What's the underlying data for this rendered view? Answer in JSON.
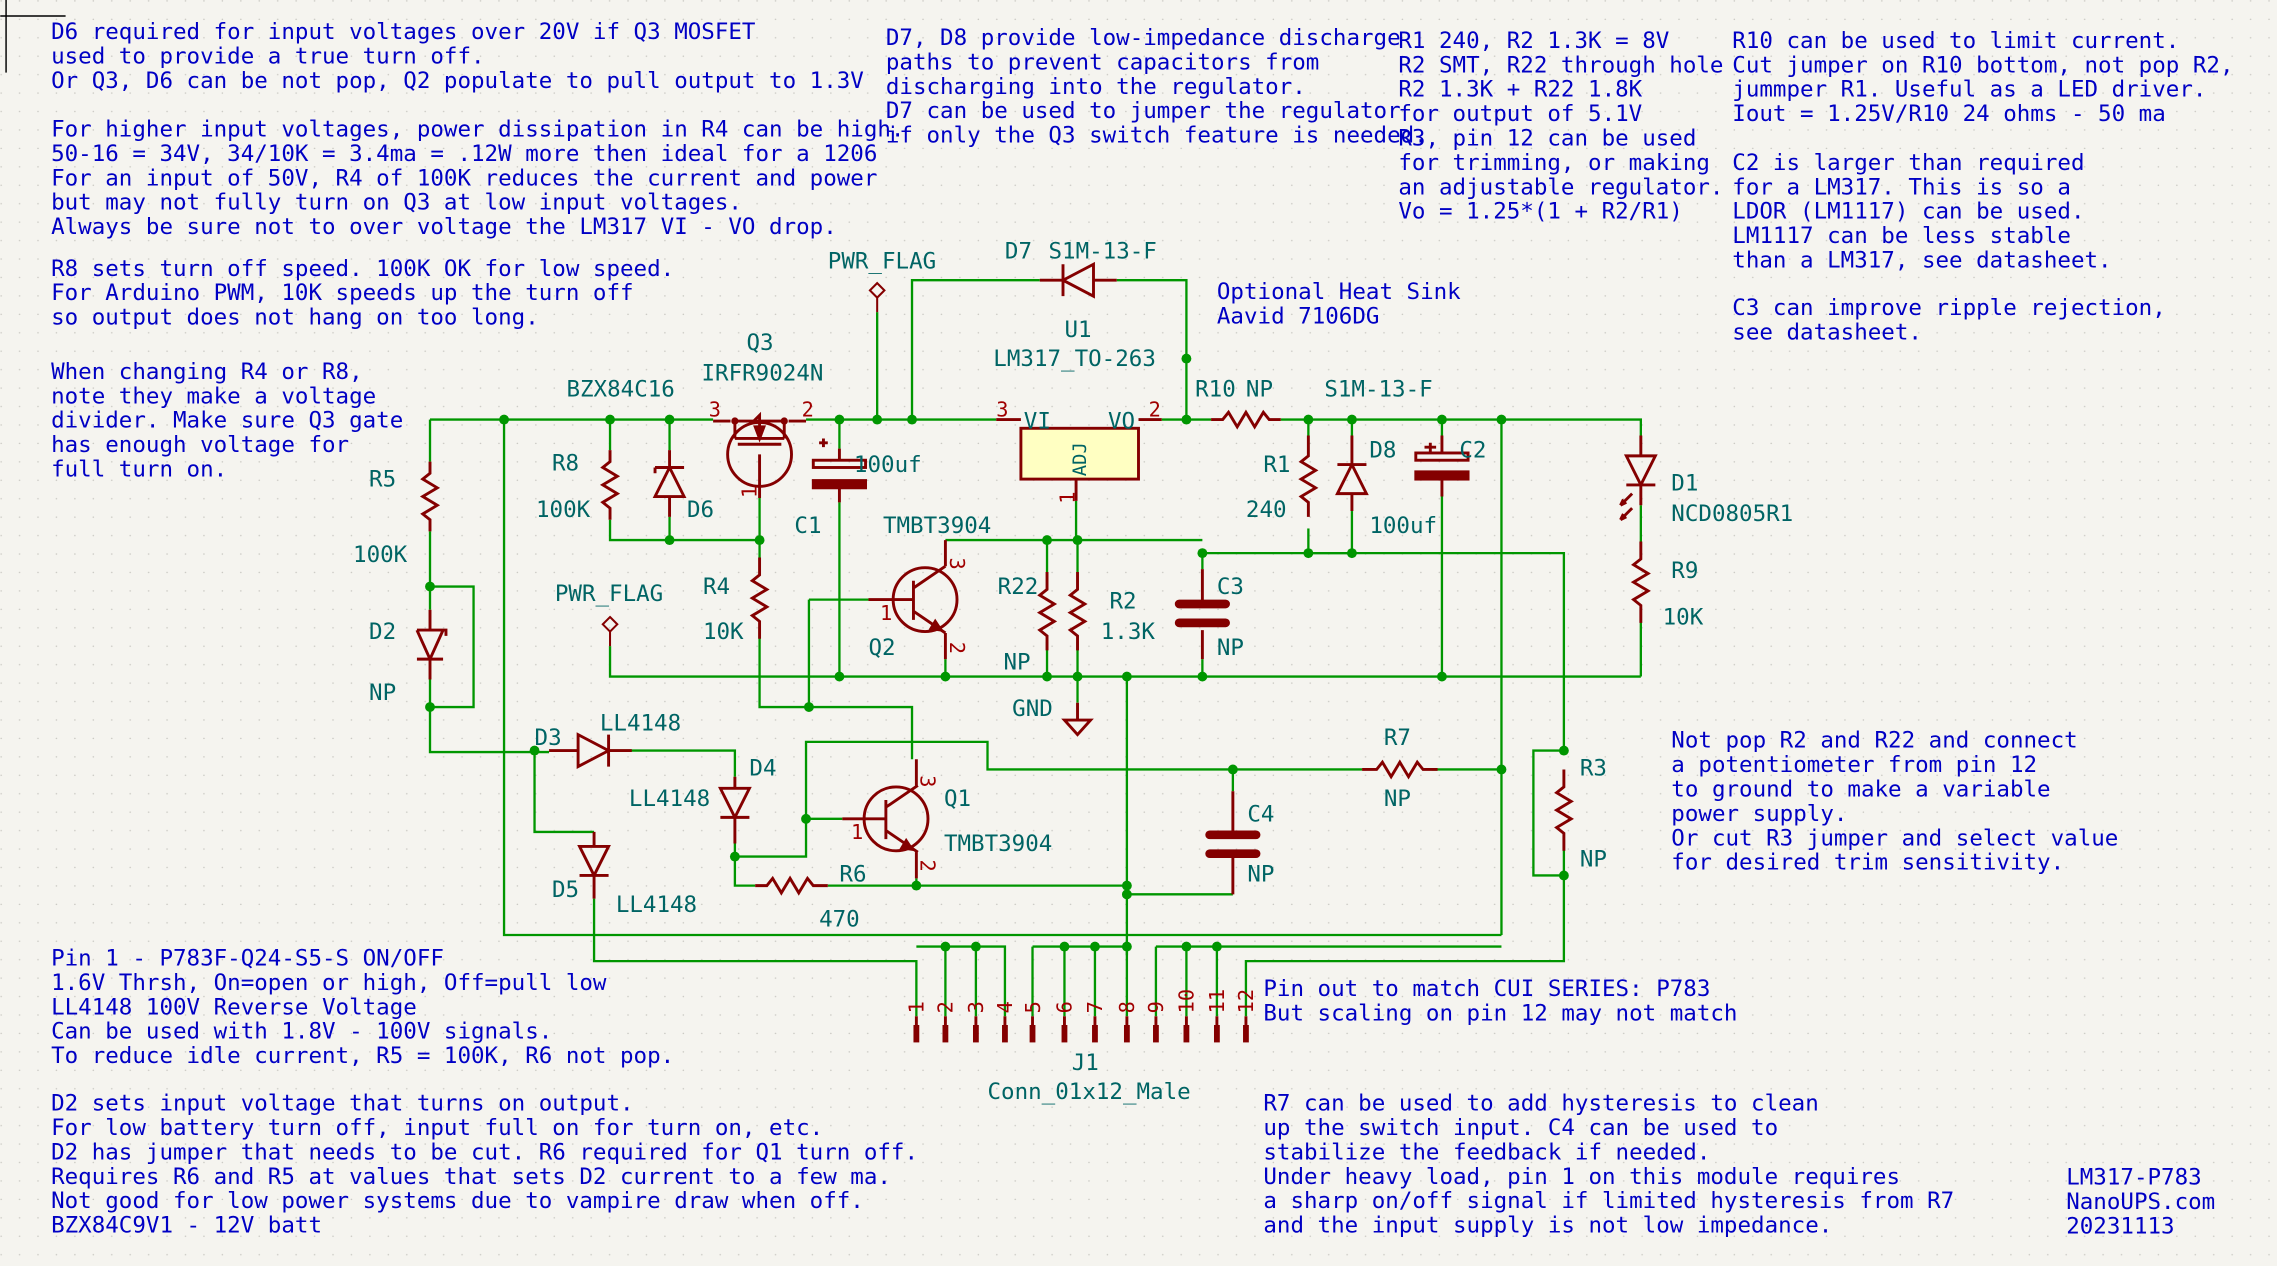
{
  "notes": {
    "top_left_1": [
      "D6 required for input voltages over 20V if Q3 MOSFET",
      "used to provide a true turn off.",
      "Or Q3, D6 can be not pop, Q2 populate to pull output to 1.3V"
    ],
    "top_left_2": [
      "For higher input voltages, power dissipation in R4 can be high.",
      "50-16 = 34V, 34/10K = 3.4ma = .12W more then ideal for a 1206",
      "For an input of 50V, R4 of 100K reduces the current and power",
      "but may not fully turn on Q3 at low input voltages.",
      "Always be sure not to over voltage the LM317 VI - VO drop."
    ],
    "r8_note": [
      "R8 sets turn off speed. 100K OK for low speed.",
      "For Arduino PWM, 10K speeds up the turn off",
      "so output does not hang on too long."
    ],
    "divider_note": [
      "When changing R4 or R8,",
      "note they make a voltage",
      "divider. Make sure Q3 gate",
      "has enough voltage for",
      "full turn on."
    ],
    "d7d8_note": [
      "D7, D8 provide low-impedance discharge",
      "paths to prevent capacitors from",
      "discharging into the regulator.",
      "D7 can be used to jumper the regulator",
      "if only the Q3 switch feature is needed."
    ],
    "r1r2_note": [
      "R1 240, R2 1.3K = 8V",
      "R2 SMT, R22 through hole",
      "R2 1.3K + R22 1.8K",
      "for output of 5.1V",
      "R3, pin 12 can be used",
      "for trimming, or making",
      "an adjustable regulator.",
      "Vo = 1.25*(1 + R2/R1)"
    ],
    "r10_note": [
      "R10 can be used to limit current.",
      "Cut jumper on R10 bottom, not pop R2,",
      "jummper R1. Useful as a LED driver.",
      "Iout = 1.25V/R10  24 ohms - 50 ma"
    ],
    "c2_note": [
      "C2 is larger than required",
      "for a LM317. This is so a",
      "LDOR (LM1117) can be used.",
      "LM1117 can be less stable",
      "than a LM317, see datasheet."
    ],
    "c3_note": [
      "C3 can improve ripple rejection,",
      "see datasheet."
    ],
    "heatsink_note": [
      "Optional Heat Sink",
      "Aavid 7106DG"
    ],
    "pot_note": [
      "Not pop R2 and R22 and connect",
      "a potentiometer from pin 12",
      "to ground to make a variable",
      "power supply.",
      "Or cut R3 jumper and select value",
      "for desired trim sensitivity."
    ],
    "pinout_note": [
      "Pin out to match CUI SERIES: P783",
      "But scaling on pin 12 may not match"
    ],
    "pin1_note": [
      "Pin 1 - P783F-Q24-S5-S ON/OFF",
      "1.6V Thrsh, On=open or high, Off=pull low",
      "LL4148 100V Reverse Voltage",
      "Can be used with 1.8V - 100V signals.",
      "To reduce idle current, R5 = 100K, R6 not pop."
    ],
    "d2_note": [
      "D2 sets input voltage that turns on output.",
      "For low battery turn off, input full on for turn on, etc.",
      "D2 has jumper that needs to be cut. R6 required for Q1 turn off.",
      "Requires R6 and R5 at values that sets D2 current to a few ma.",
      "Not good for low power systems due to vampire draw when off.",
      "BZX84C9V1 - 12V batt"
    ],
    "r7_note": [
      "R7 can be used to add hysteresis to clean",
      "up the switch input. C4 can be used to",
      "stabilize the feedback if needed.",
      "Under heavy load, pin 1 on this module requires",
      "a sharp on/off signal if limited hysteresis from R7",
      "and the input supply is not low impedance."
    ],
    "title_block": [
      "LM317-P783",
      "NanoUPS.com",
      "20231113"
    ]
  },
  "components": {
    "Q3": {
      "ref": "Q3",
      "value": "IRFR9024N",
      "pins": [
        "3",
        "2",
        "1"
      ]
    },
    "D6": {
      "ref": "D6",
      "value": "BZX84C16"
    },
    "R8": {
      "ref": "R8",
      "value": "100K"
    },
    "R5": {
      "ref": "R5",
      "value": "100K"
    },
    "D2": {
      "ref": "D2",
      "value": "NP"
    },
    "C1": {
      "ref": "C1",
      "value": "100uf"
    },
    "R4": {
      "ref": "R4",
      "value": "10K"
    },
    "Q2": {
      "ref": "Q2",
      "value": "TMBT3904",
      "pins": [
        "1",
        "3",
        "2"
      ]
    },
    "U1": {
      "ref": "U1",
      "value": "LM317_TO-263",
      "pin_vi": "VI",
      "pin_vo": "VO",
      "pin_adj": "ADJ",
      "pins": [
        "3",
        "2",
        "1"
      ]
    },
    "D7": {
      "ref": "D7",
      "value": "S1M-13-F"
    },
    "D8": {
      "ref": "D8",
      "value": "S1M-13-F"
    },
    "R10": {
      "ref": "R10",
      "value": "NP"
    },
    "R1": {
      "ref": "R1",
      "value": "240"
    },
    "C2": {
      "ref": "C2",
      "value": "100uf"
    },
    "D1": {
      "ref": "D1",
      "value": "NCD0805R1"
    },
    "R9": {
      "ref": "R9",
      "value": "10K"
    },
    "R22": {
      "ref": "R22",
      "value": "NP"
    },
    "R2": {
      "ref": "R2",
      "value": "1.3K"
    },
    "C3": {
      "ref": "C3",
      "value": "NP"
    },
    "D3": {
      "ref": "D3",
      "value": "LL4148"
    },
    "D4": {
      "ref": "D4",
      "value": "LL4148"
    },
    "D5": {
      "ref": "D5",
      "value": "LL4148"
    },
    "Q1": {
      "ref": "Q1",
      "value": "TMBT3904",
      "pins": [
        "1",
        "3",
        "2"
      ]
    },
    "R6": {
      "ref": "R6",
      "value": "470"
    },
    "R7": {
      "ref": "R7",
      "value": "NP"
    },
    "C4": {
      "ref": "C4",
      "value": "NP"
    },
    "R3": {
      "ref": "R3",
      "value": "NP"
    },
    "J1": {
      "ref": "J1",
      "value": "Conn_01x12_Male",
      "pins": [
        "1",
        "2",
        "3",
        "4",
        "5",
        "6",
        "7",
        "8",
        "9",
        "10",
        "11",
        "12"
      ]
    }
  },
  "power": {
    "pwr_flag_top": "PWR_FLAG",
    "pwr_flag_mid": "PWR_FLAG",
    "gnd": "GND"
  },
  "colors": {
    "background": "#f5f4ef",
    "wire": "#009600",
    "symbol": "#840000",
    "reference_text": "#006464",
    "note_text": "#0000c4",
    "ic_fill": "#ffffc2"
  }
}
